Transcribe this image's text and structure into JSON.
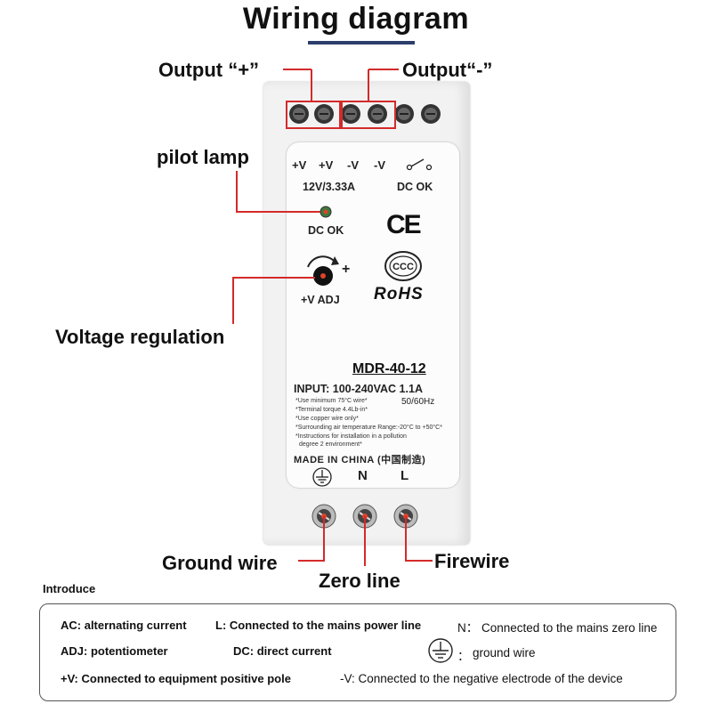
{
  "title": "Wiring diagram",
  "callouts": {
    "output_plus": "Output “+”",
    "output_minus": "Output“-”",
    "pilot_lamp": "pilot lamp",
    "voltage_regulation": "Voltage regulation",
    "ground_wire": "Ground wire",
    "zero_line": "Zero line",
    "firewire": "Firewire"
  },
  "device": {
    "terminal_top_labels": [
      "+V",
      "+V",
      "-V",
      "-V"
    ],
    "rating": "12V/3.33A",
    "dc_ok_right": "DC OK",
    "led_label": "DC OK",
    "adj_plus": "+",
    "adj_label": "+V ADJ",
    "ce_mark": "CE",
    "ccc_mark": "CCC",
    "rohs": "RoHS",
    "model": "MDR-40-12",
    "input": "INPUT: 100-240VAC  1.1A",
    "freq": "50/60Hz",
    "notes": [
      "*Use minimum 75°C wire*",
      "*Terminal torque 4.4Lb-in*",
      "*Use copper wire only*",
      "*Surrounding air temperature Range:-20°C to +50°C*",
      "*Instructions for installation in a pollution",
      "degree 2 environment*"
    ],
    "made_in": "MADE IN CHINA (中国制造)",
    "bottom_labels": [
      "N",
      "L"
    ]
  },
  "introduce_heading": "Introduce",
  "legend": {
    "ac": "AC: alternating current",
    "l": "L: Connected to the mains power line",
    "n": "N： Connected to the mains zero line",
    "adj": "ADJ: potentiometer",
    "dc": "DC: direct current",
    "ground_sep": "：",
    "ground": "ground wire",
    "vplus": "+V: Connected to equipment positive pole",
    "vminus": "-V: Connected to the negative electrode of the device"
  },
  "colors": {
    "accent_red": "#d42a2a",
    "title_underline": "#2c3e6b"
  }
}
